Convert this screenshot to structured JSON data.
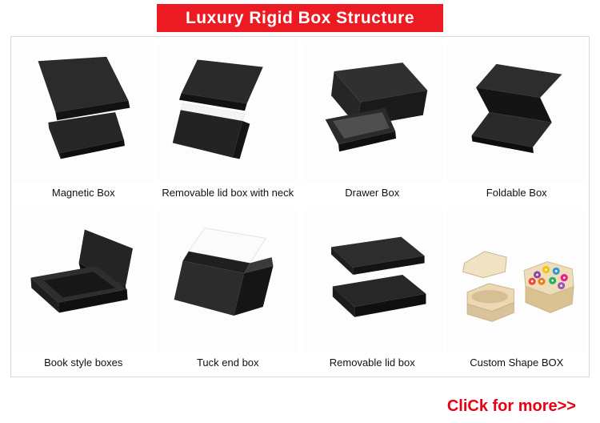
{
  "header": {
    "title": "Luxury Rigid Box Structure"
  },
  "products": [
    {
      "label": "Magnetic Box"
    },
    {
      "label": "Removable lid box with neck"
    },
    {
      "label": "Drawer Box"
    },
    {
      "label": "Foldable Box"
    },
    {
      "label": "Book style boxes"
    },
    {
      "label": "Tuck end box"
    },
    {
      "label": "Removable lid box"
    },
    {
      "label": "Custom Shape BOX"
    }
  ],
  "footer": {
    "cta": "CliCk for more>>"
  },
  "colors": {
    "banner_red": "#ec1b23",
    "cta_red": "#e60012",
    "box_dark": "#262626",
    "box_cream": "#e7d5af"
  }
}
